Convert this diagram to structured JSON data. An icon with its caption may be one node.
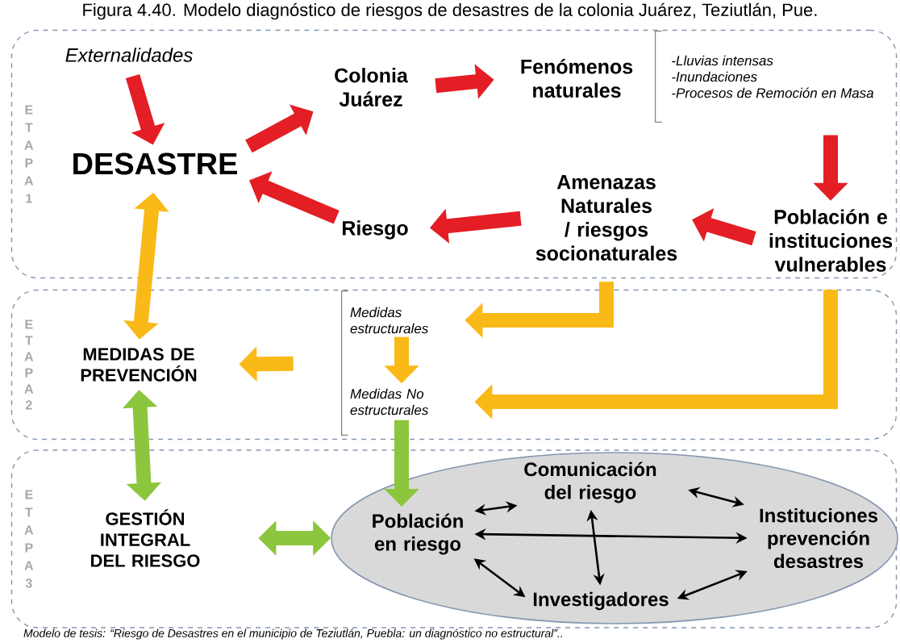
{
  "diagram": {
    "title": "Figura 4.40. Modelo diagnóstico de riesgos de desastres de la colonia Juárez, Teziutlán, Pue.",
    "caption": "Modelo de tesis: “Riesgo de Desastres en el municipio de Teziutlán, Puebla: un diagnóstico no estructural”..",
    "nodes": [
      {
        "text": [
          "E T A P A 1"
        ]
      },
      {
        "text": [
          "Externalidades"
        ],
        "in": 0
      },
      {
        "text": [
          "DESASTRE"
        ],
        "in": 0
      },
      {
        "text": [
          "Colonia Juárez"
        ],
        "in": 0
      },
      {
        "text": [
          "Fenómenos naturales"
        ],
        "in": 0
      },
      {
        "text": [
          "-Lluvias intensas",
          "-Inundaciones",
          "-Procesos de Remoción en Masa"
        ],
        "in": 0
      },
      {
        "text": [
          "Población e instituciones vulnerables"
        ],
        "in": 0
      },
      {
        "text": [
          "Amenazas Naturales / riesgos socionaturales"
        ],
        "in": 0
      },
      {
        "text": [
          "Riesgo"
        ],
        "in": 0
      },
      {
        "text": [
          "E T A P A 2"
        ]
      },
      {
        "text": [
          "MEDIDAS DE PREVENCIÓN"
        ],
        "in": 9
      },
      {
        "text": [],
        "shape": "bracket",
        "in": 9
      },
      {
        "text": [
          "Medidas estructurales"
        ],
        "in": 9
      },
      {
        "text": [
          "Medidas No estructurales"
        ],
        "in": 9
      },
      {
        "text": [
          "E T A P A 3"
        ]
      },
      {
        "text": [
          "GESTIÓN INTEGRAL DEL RIESGO"
        ],
        "in": 14
      },
      {
        "text": [],
        "shape": "ellipse",
        "in": 14
      },
      {
        "text": [
          "Comunicación del riesgo"
        ],
        "in": 16
      },
      {
        "text": [
          "Población en riesgo"
        ],
        "in": 16
      },
      {
        "text": [
          "Instituciones prevención desastres"
        ],
        "in": 16
      },
      {
        "text": [
          "Investigadores"
        ],
        "in": 16
      }
    ],
    "edges": [
      {
        "from": 1,
        "to": 2,
        "arrow": "to",
        "color": "#e31e25"
      },
      {
        "from": 2,
        "to": 3,
        "arrow": "to",
        "color": "#e31e25"
      },
      {
        "from": 3,
        "to": 4,
        "arrow": "to",
        "color": "#e31e25"
      },
      {
        "from": 5,
        "to": 6,
        "arrow": "to",
        "color": "#e31e25"
      },
      {
        "from": 6,
        "to": 7,
        "arrow": "to",
        "color": "#e31e25"
      },
      {
        "from": 7,
        "to": 8,
        "arrow": "to",
        "color": "#e31e25"
      },
      {
        "from": 8,
        "to": 2,
        "arrow": "to",
        "color": "#e31e25"
      },
      {
        "from": 2,
        "to": 10,
        "arrow": "both",
        "color": "#f9b917"
      },
      {
        "from": 7,
        "to": 12,
        "arrow": "to",
        "color": "#f9b917"
      },
      {
        "from": 6,
        "to": 13,
        "arrow": "to",
        "color": "#f9b917"
      },
      {
        "from": 11,
        "to": 10,
        "arrow": "to",
        "color": "#f9b917"
      },
      {
        "from": 12,
        "to": 13,
        "arrow": "to",
        "color": "#f9b917"
      },
      {
        "from": 10,
        "to": 15,
        "arrow": "both",
        "color": "#8cc63e"
      },
      {
        "from": 13,
        "to": 18,
        "arrow": "to",
        "color": "#8cc63e"
      },
      {
        "from": 15,
        "to": 16,
        "arrow": "both",
        "color": "#8cc63e"
      },
      {
        "from": 18,
        "to": 17,
        "arrow": "both",
        "color": "#000000"
      },
      {
        "from": 17,
        "to": 19,
        "arrow": "both",
        "color": "#000000"
      },
      {
        "from": 18,
        "to": 19,
        "arrow": "both",
        "color": "#000000"
      },
      {
        "from": 17,
        "to": 20,
        "arrow": "both",
        "color": "#000000"
      },
      {
        "from": 18,
        "to": 20,
        "arrow": "both",
        "color": "#000000"
      },
      {
        "from": 20,
        "to": 19,
        "arrow": "both",
        "color": "#000000"
      }
    ]
  }
}
